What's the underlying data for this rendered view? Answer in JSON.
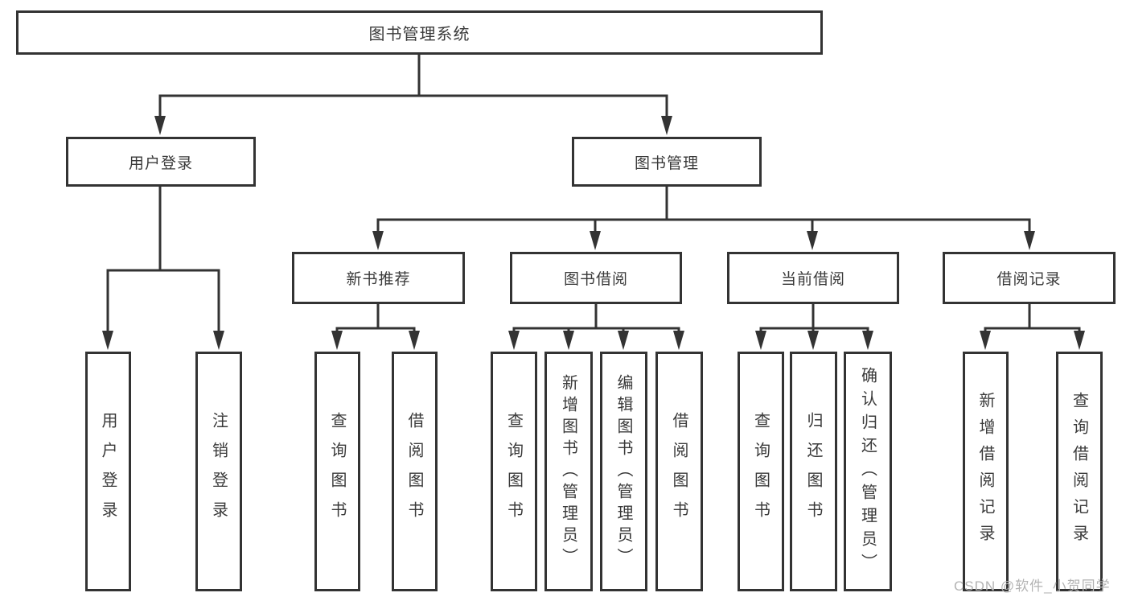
{
  "tree": {
    "root": "图书管理系统",
    "level1": [
      {
        "label": "用户登录",
        "children": [
          "用户登录",
          "注销登录"
        ]
      },
      {
        "label": "图书管理",
        "children": [
          {
            "label": "新书推荐",
            "children": [
              "查询图书",
              "借阅图书"
            ]
          },
          {
            "label": "图书借阅",
            "children": [
              "查询图书",
              "新增图书（管理员）",
              "编辑图书（管理员）",
              "借阅图书"
            ]
          },
          {
            "label": "当前借阅",
            "children": [
              "查询图书",
              "归还图书",
              "确认归还（管理员）"
            ]
          },
          {
            "label": "借阅记录",
            "children": [
              "新增借阅记录",
              "查询借阅记录"
            ]
          }
        ]
      }
    ]
  },
  "watermark": "CSDN @软件_小贺同学",
  "colors": {
    "line": "#333333",
    "text": "#3a3a3a",
    "watermark": "#b3b3b3",
    "background": "#ffffff"
  }
}
